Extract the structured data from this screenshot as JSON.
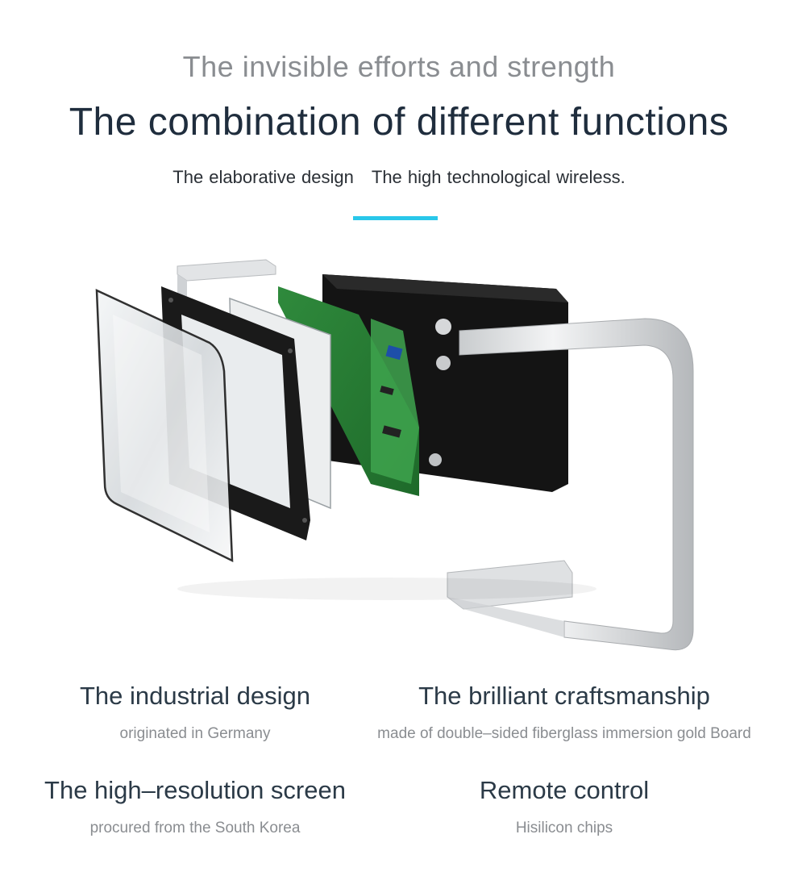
{
  "header": {
    "eyebrow": "The invisible efforts and strength",
    "title": "The combination of different functions",
    "tagline_left": "The elaborative design",
    "tagline_right": "The high technological wireless."
  },
  "colors": {
    "accent": "#29c7ea",
    "heading": "#1f2d3d",
    "muted": "#8a8d91"
  },
  "features": [
    {
      "title": "The industrial design",
      "subtitle": "originated in Germany"
    },
    {
      "title": "The brilliant craftsmanship",
      "subtitle": "made of double–sided fiberglass immersion gold Board"
    },
    {
      "title": "The high–resolution screen",
      "subtitle": "procured from the South Korea"
    },
    {
      "title": "Remote control",
      "subtitle": "Hisilicon chips"
    }
  ]
}
